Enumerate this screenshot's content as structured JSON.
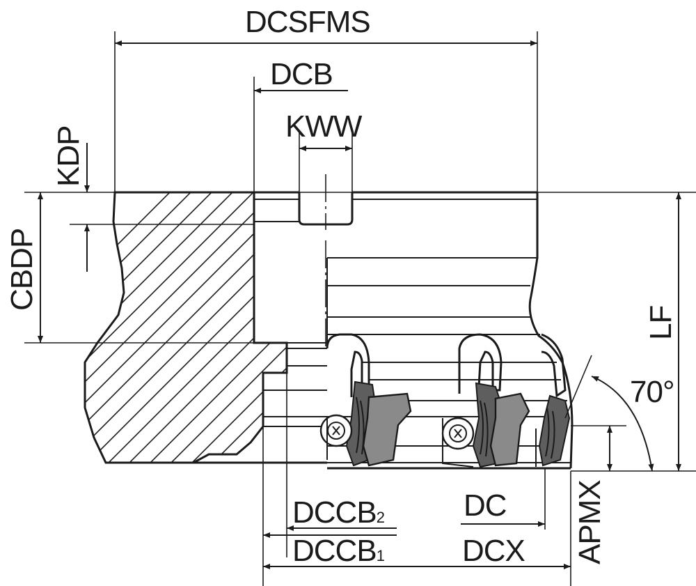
{
  "labels": {
    "dcsfms": "DCSFMS",
    "dcb": "DCB",
    "kww": "KWW",
    "kdp": "KDP",
    "cbdp": "CBDP",
    "lf": "LF",
    "angle": "70°",
    "apmx": "APMX",
    "dc": "DC",
    "dcx": "DCX",
    "dccb2_main": "DCCB",
    "dccb2_sub": "2",
    "dccb1_main": "DCCB",
    "dccb1_sub": "1"
  },
  "colors": {
    "line": "#1a1a1a",
    "insert": "#8a8a8a",
    "insert_dark": "#5e5e5e",
    "background": "#ffffff"
  }
}
